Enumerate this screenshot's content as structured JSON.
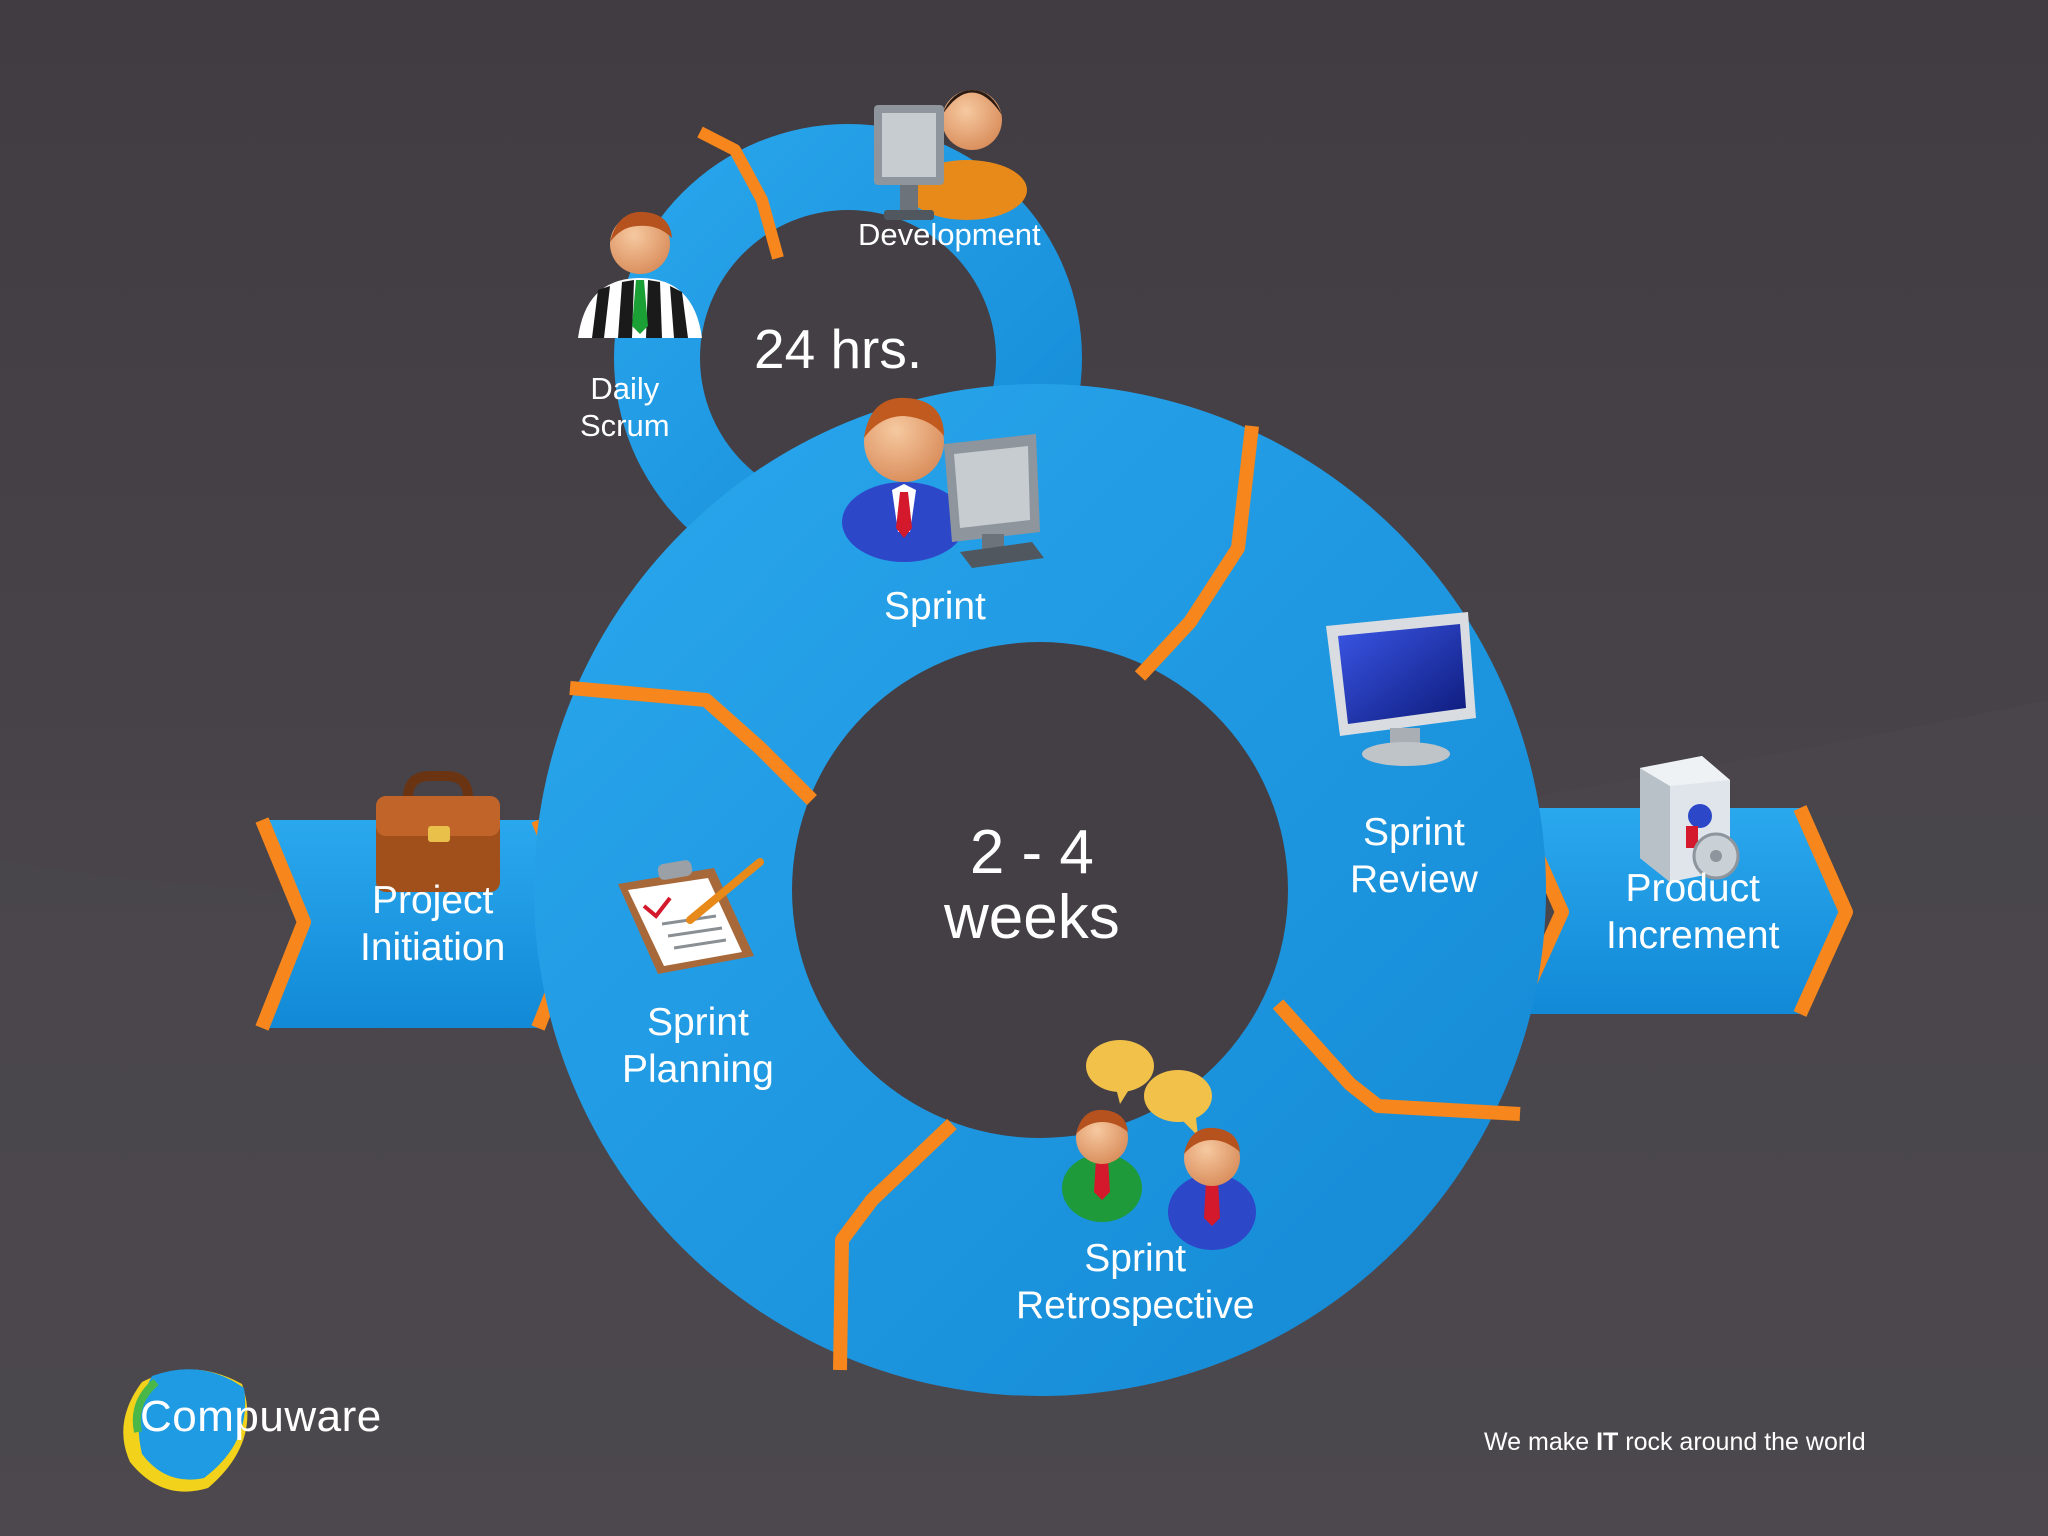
{
  "colors": {
    "background": "#3f3b40",
    "ring": "#1e9be3",
    "ring_highlight": "#46b6f2",
    "divider": "#f7861c"
  },
  "daily_cycle": {
    "duration": "24 hrs.",
    "stages": [
      {
        "line1": "Development",
        "line2": "",
        "icon": "developer-at-monitor-icon"
      },
      {
        "line1": "Daily",
        "line2": "Scrum",
        "icon": "referee-icon"
      }
    ]
  },
  "sprint_cycle": {
    "duration_line1": "2 - 4",
    "duration_line2": "weeks",
    "stages": [
      {
        "line1": "Sprint",
        "line2": "",
        "icon": "worker-at-computer-icon"
      },
      {
        "line1": "Sprint",
        "line2": "Review",
        "icon": "monitor-icon"
      },
      {
        "line1": "Sprint",
        "line2": "Retrospective",
        "icon": "discussion-people-icon"
      },
      {
        "line1": "Sprint",
        "line2": "Planning",
        "icon": "clipboard-icon"
      }
    ]
  },
  "input_arrow": {
    "line1": "Project",
    "line2": "Initiation",
    "icon": "briefcase-icon"
  },
  "output_arrow": {
    "line1": "Product",
    "line2": "Increment",
    "icon": "product-box-icon"
  },
  "footer": {
    "logo_text": "Compuware",
    "tagline_pre": "We make ",
    "tagline_bold": "IT",
    "tagline_post": " rock around the world"
  }
}
